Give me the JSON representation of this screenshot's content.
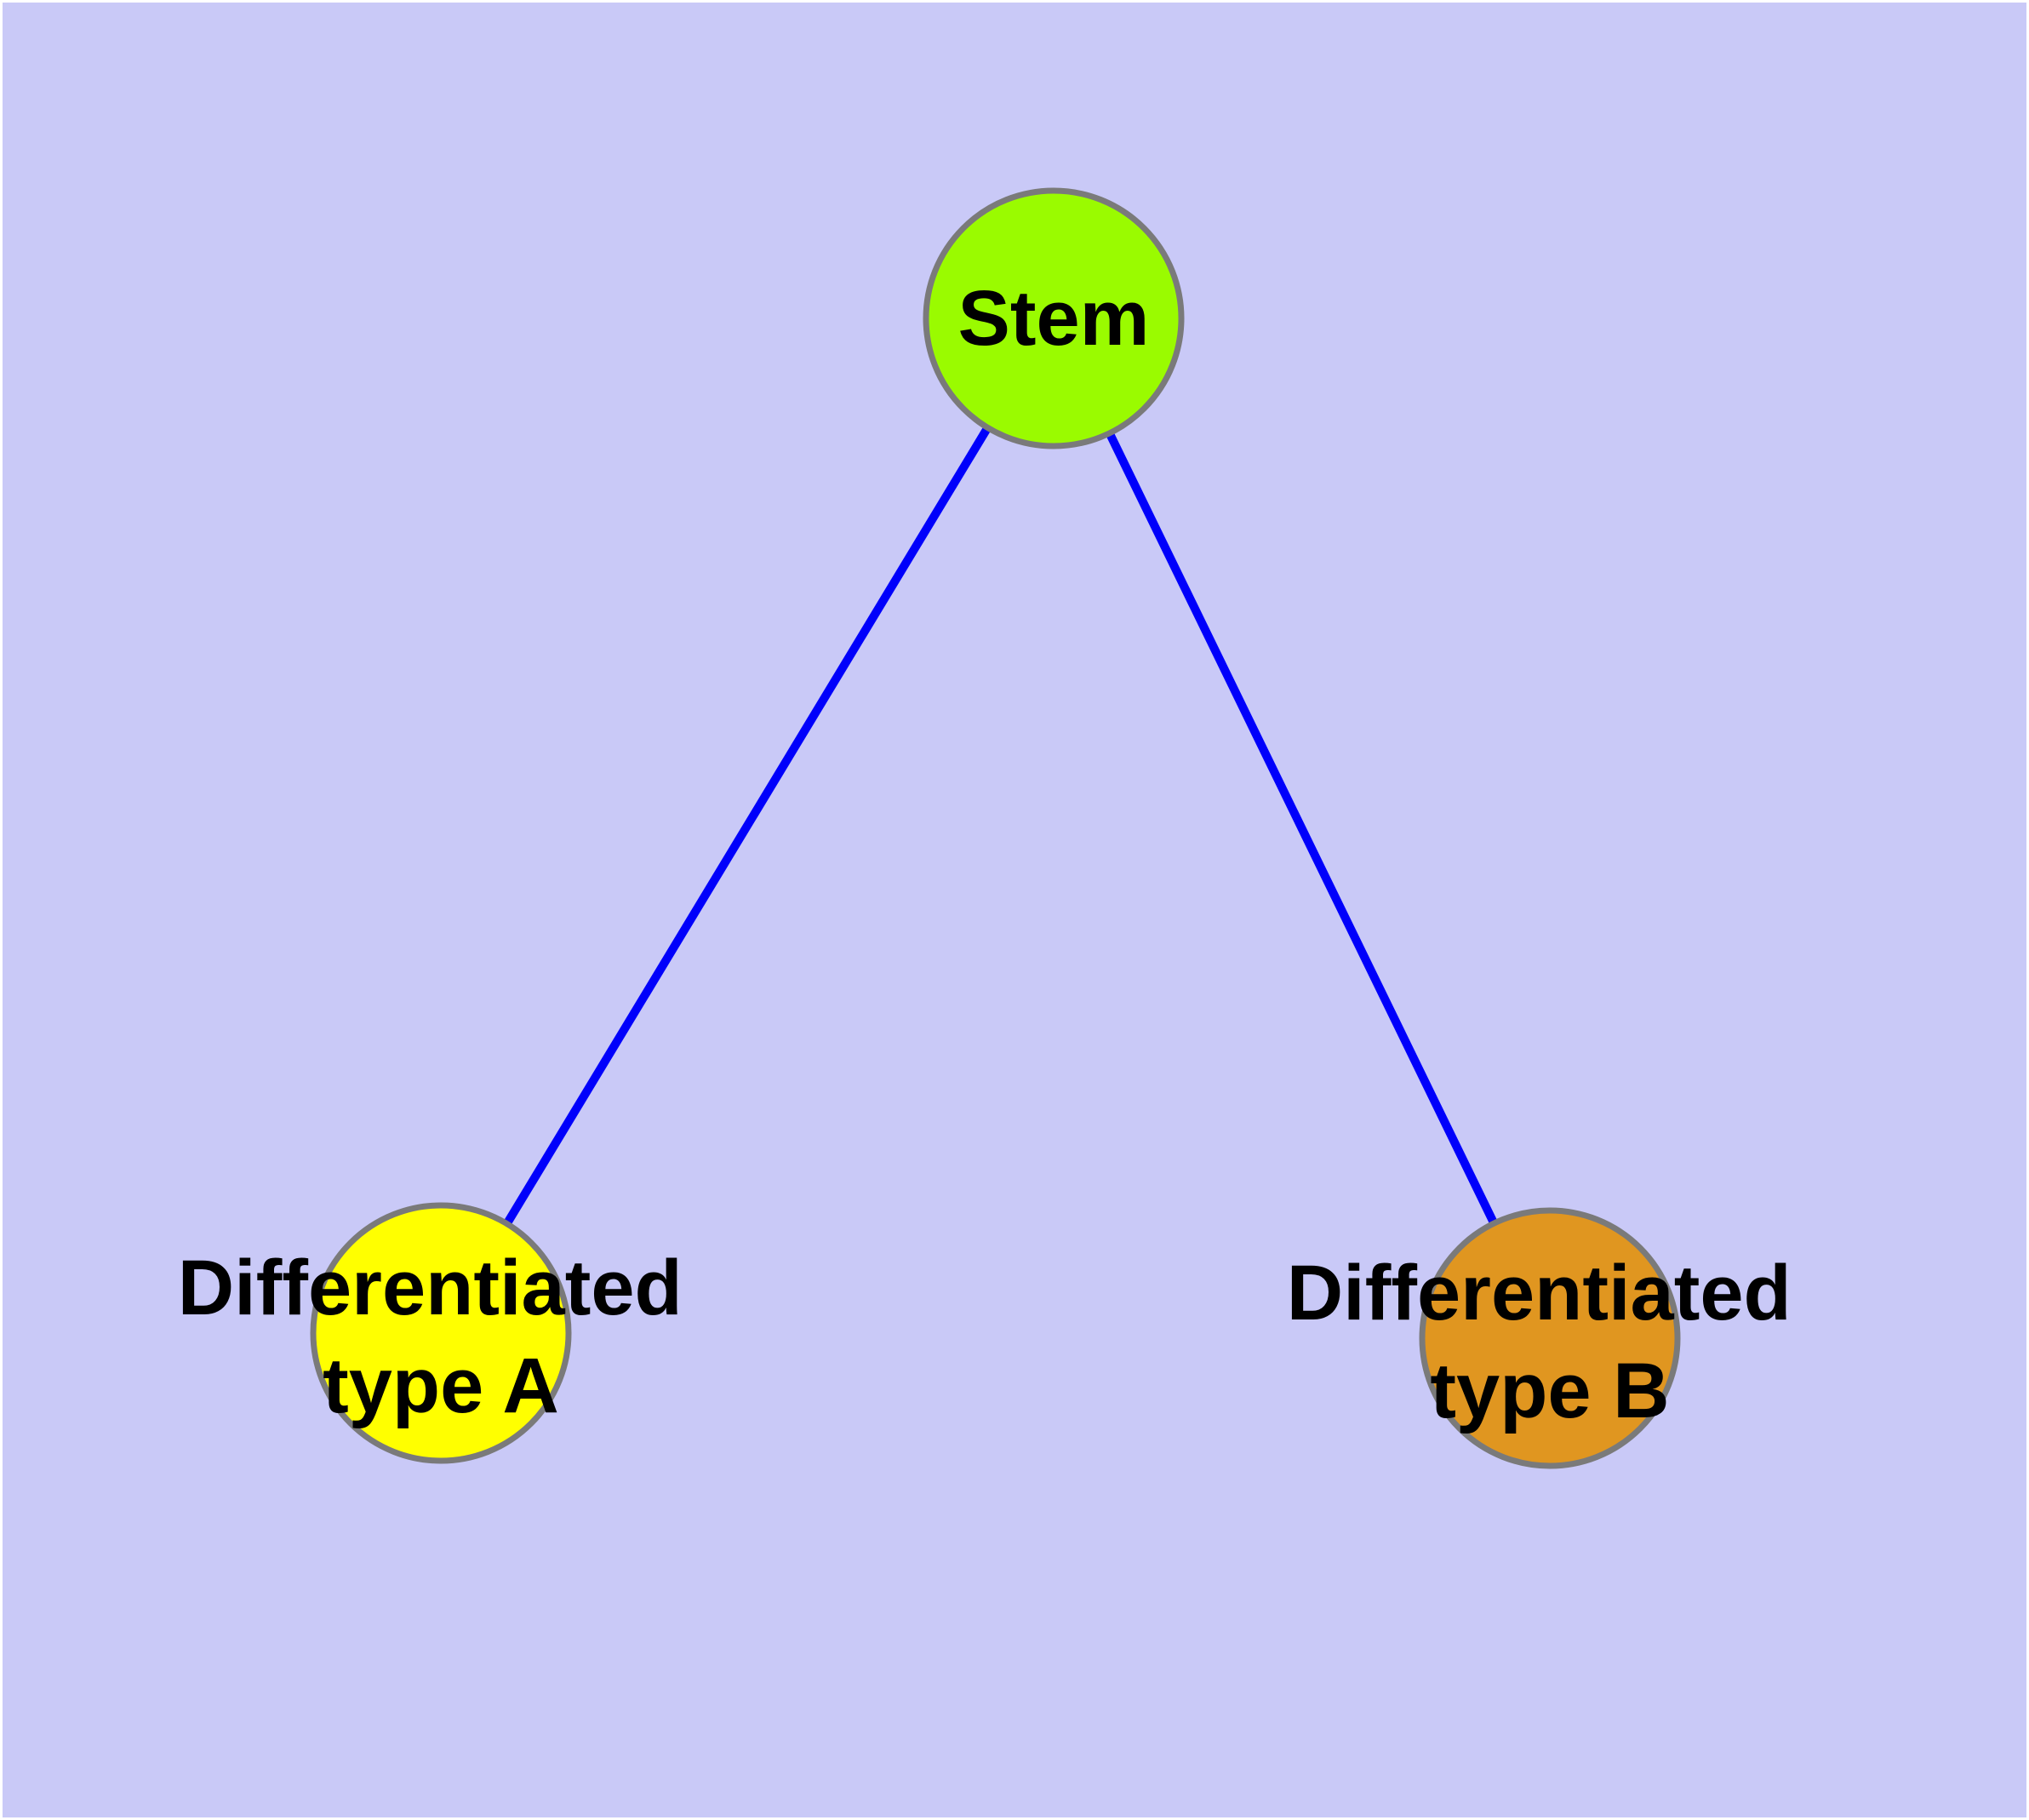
{
  "diagram": {
    "type": "graph",
    "title_semantic": "Stem cell differentiation diagram",
    "background_color": "#C9C9F7",
    "frame_color": "#FFFFFF",
    "edge_color": "#0000FB",
    "node_border_color": "#7A7A7A",
    "label_color": "#000000",
    "nodes": [
      {
        "id": "stem",
        "label": "Stem",
        "line1": "Stem",
        "fill": "#9AFB00"
      },
      {
        "id": "differentiated-type-a",
        "label": "Differentiated type A",
        "line1": "Differentiated",
        "line2": "type A",
        "fill": "#FFFF00"
      },
      {
        "id": "differentiated-type-b",
        "label": "Differentiated type B",
        "line1": "Differentiated",
        "line2": "type B",
        "fill": "#E09620"
      }
    ],
    "edges": [
      {
        "from": "Stem",
        "to": "Differentiated type A"
      },
      {
        "from": "Stem",
        "to": "Differentiated type B"
      }
    ]
  }
}
